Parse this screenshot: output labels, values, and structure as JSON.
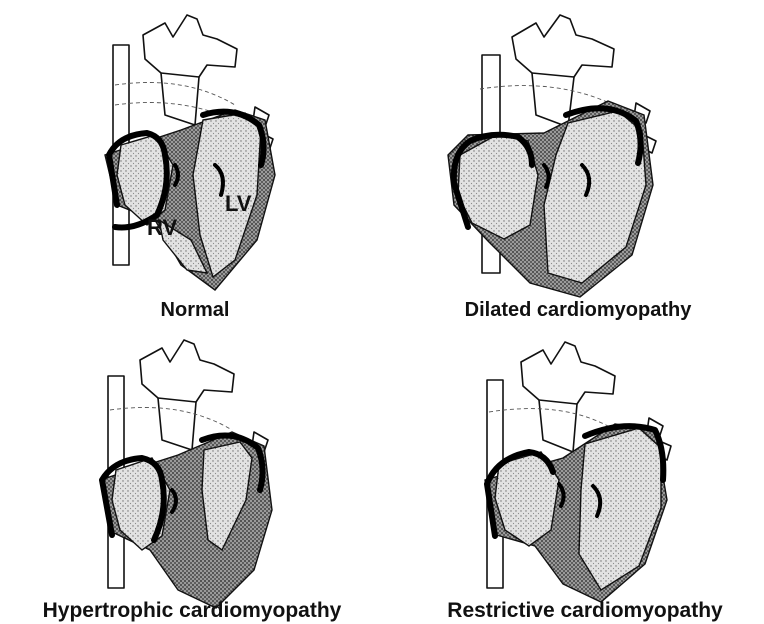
{
  "panels": [
    {
      "caption": "Normal",
      "labels": {
        "rv": "RV",
        "lv": "LV"
      }
    },
    {
      "caption": "Dilated cardiomyopathy"
    },
    {
      "caption": "Hypertrophic cardiomyopathy"
    },
    {
      "caption": "Restrictive cardiomyopathy"
    }
  ],
  "colors": {
    "stipple": "#d6d6d6",
    "stipple_dark": "#8a8a8a",
    "wall": "#000000"
  }
}
